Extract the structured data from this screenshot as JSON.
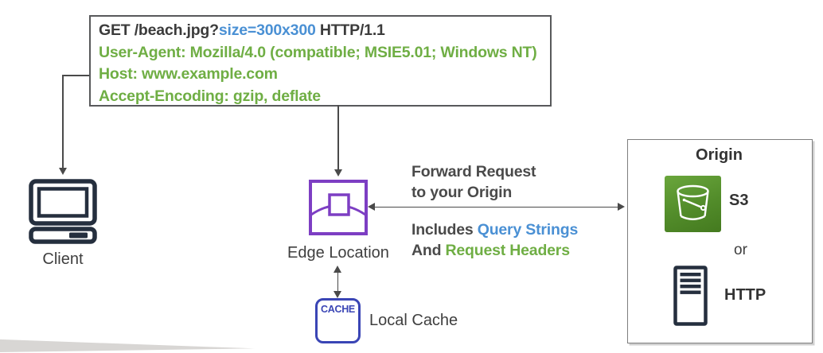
{
  "request_box": {
    "request_line_method": "GET /beach.jpg?",
    "request_line_query": "size=300x300",
    "request_line_protocol": " HTTP/1.1",
    "header_user_agent": "User-Agent: Mozilla/4.0 (compatible; MSIE5.01; Windows NT)",
    "header_host": "Host: www.example.com",
    "header_accept_encoding": "Accept-Encoding: gzip, deflate"
  },
  "client": {
    "label": "Client",
    "icon": "computer-icon"
  },
  "edge_location": {
    "label": "Edge Location",
    "icon": "edge-location-icon"
  },
  "forward_note": {
    "line1": "Forward Request",
    "line2": "to your Origin"
  },
  "includes_note": {
    "includes_prefix": "Includes ",
    "query_strings": "Query Strings",
    "and_prefix": "And ",
    "request_headers": "Request Headers"
  },
  "local_cache": {
    "box_label": "CACHE",
    "label": "Local Cache",
    "icon": "cache-icon"
  },
  "origin": {
    "title": "Origin",
    "s3_label": "S3",
    "or_label": "or",
    "http_label": "HTTP",
    "s3_icon": "s3-bucket-icon",
    "http_icon": "server-icon"
  },
  "colors": {
    "header_green": "#6FAE44",
    "query_blue": "#4A90D4",
    "edge_purple": "#7D3EC3",
    "icon_navy": "#252F3E",
    "cache_blue": "#3A45B5",
    "s3_green": "#528C2A",
    "text_dark": "#3F3F3F",
    "arrow_gray": "#4A4A4A",
    "request_box_border": "#58595B",
    "origin_box_border": "#7E7E7E"
  }
}
